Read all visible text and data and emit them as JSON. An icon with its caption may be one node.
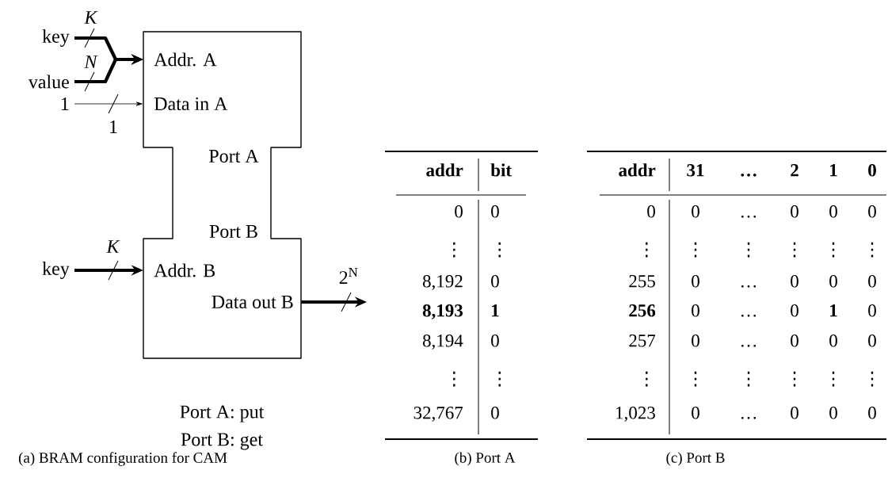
{
  "diagram": {
    "nodes": [
      {
        "text": [
          "Addr. A",
          "Data in A",
          "Port A",
          "Port B",
          "Addr. B",
          "Data out B"
        ]
      },
      {
        "text": [
          "key"
        ]
      },
      {
        "text": [
          "value"
        ]
      },
      {
        "text": [
          "1"
        ]
      },
      {
        "text": [
          "key"
        ]
      }
    ],
    "edges": [
      {
        "from": 1,
        "to": 0,
        "arrow": "to",
        "label": "*K*"
      },
      {
        "from": 2,
        "to": 0,
        "arrow": "to",
        "label": "*N*"
      },
      {
        "from": 3,
        "to": 0,
        "arrow": "to",
        "label": "1"
      },
      {
        "from": 4,
        "to": 0,
        "arrow": "to",
        "label": "*K*"
      },
      {
        "from": 0,
        "to": null,
        "arrow": "to",
        "label": "2$^{N}$"
      }
    ],
    "labels": [
      "Port A: put",
      "Port B: get",
      "addr",
      "bit",
      "0",
      "0",
      "⋮",
      "⋮",
      "8,192",
      "0",
      "**8,193**",
      "**1**",
      "8,194",
      "0",
      "⋮",
      "⋮",
      "32,767",
      "0",
      "addr",
      "31",
      "…",
      "2",
      "1",
      "0",
      "0",
      "0",
      "…",
      "0",
      "0",
      "0",
      "⋮",
      "⋮",
      "⋮",
      "⋮",
      "⋮",
      "⋮",
      "255",
      "0",
      "…",
      "0",
      "0",
      "0",
      "**256**",
      "0",
      "…",
      "0",
      "**1**",
      "0",
      "257",
      "0",
      "…",
      "0",
      "0",
      "0",
      "⋮",
      "⋮",
      "⋮",
      "⋮",
      "⋮",
      "⋮",
      "1,023",
      "0",
      "…",
      "0",
      "0",
      "0",
      "(a) BRAM configuration for CAM",
      "(b) Port A",
      "(c) Port B"
    ]
  }
}
